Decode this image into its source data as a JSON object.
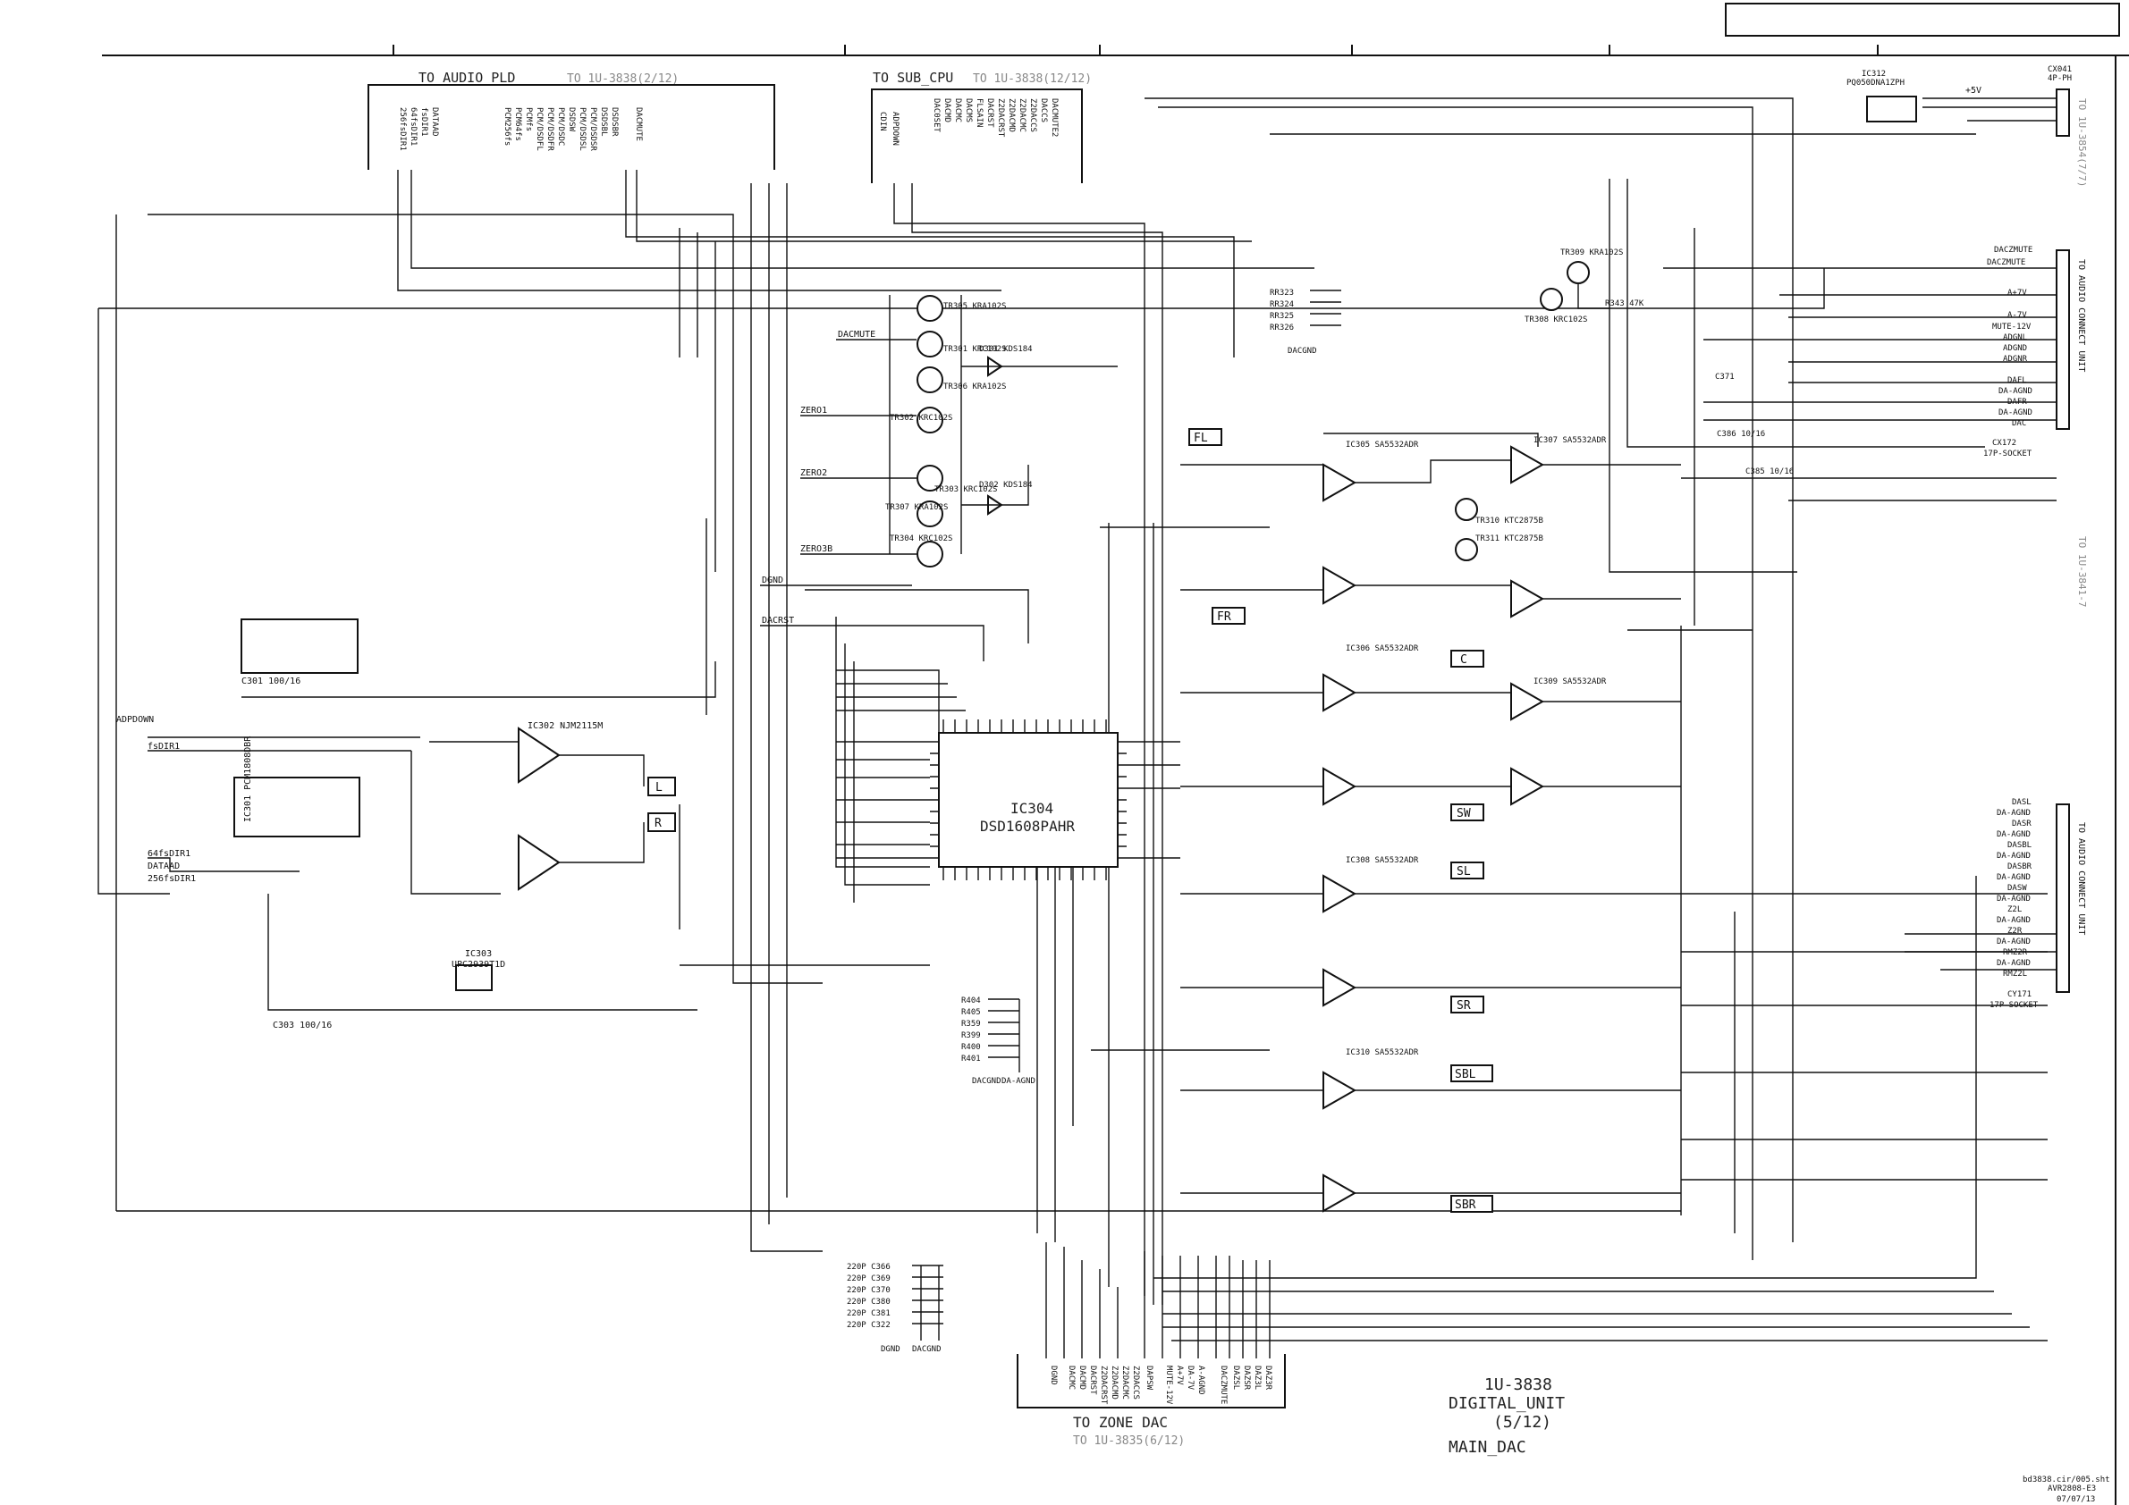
{
  "sections": {
    "to_audio_pld": "TO AUDIO PLD",
    "to_audio_pld_ref": "TO 1U-3838(2/12)",
    "to_sub_cpu": "TO SUB_CPU",
    "to_sub_cpu_ref": "TO 1U-3838(12/12)",
    "to_zone_dac": "TO ZONE DAC",
    "to_zone_dac_ref": "TO 1U-3835(6/12)",
    "right_ref_top": "TO 1U-3854(7/7)",
    "right_ref_mid": "TO 1U-3841-7",
    "audio_connect_unit_1": "TO AUDIO CONNECT UNIT",
    "audio_connect_unit_2": "TO AUDIO CONNECT UNIT"
  },
  "title_block": {
    "line1": "1U-3838",
    "line2": "DIGITAL_UNIT",
    "line3": "(5/12)",
    "line4": "MAIN_DAC"
  },
  "footer": {
    "file": "bd3838.cir/005.sht",
    "model": "AVR2808-E3",
    "date": "07/07/13"
  },
  "ics": {
    "main_dac_ref": "IC304",
    "main_dac_part": "DSD1608PAHR",
    "receiver_part": "IC301 PCM1808DBR",
    "ic302": "IC302 NJM2115M",
    "ic303": "IC303",
    "ic303_part": "UPC2939T1D",
    "ic312": "IC312",
    "ic312_part": "PQ050DNA1ZPH"
  },
  "channels": {
    "fl": "FL",
    "fr": "FR",
    "c": "C",
    "sw": "SW",
    "sl": "SL",
    "sr": "SR",
    "sbl": "SBL",
    "sbr": "SBR",
    "l": "L",
    "r": "R"
  },
  "connectors": {
    "cx041": "CX041",
    "cx041_type": "4P-PH",
    "cx172": "CX172",
    "cx172_type": "17P-SOCKET",
    "cy171": "CY171",
    "cy171_type": "17P-SOCKET"
  },
  "pld_signals": [
    "256fsDIR1",
    "64fsDIR1",
    "fsDIR1",
    "DATAAD",
    "PCM256fs",
    "PCM64fs",
    "PCMfs",
    "PCM/DSDFL",
    "PCM/DSDFR",
    "PCM/DSDC",
    "DSDSW",
    "PCM/DSDSL",
    "PCM/DSDSR",
    "DSDSBL",
    "DSDSBR",
    "DACMUTE"
  ],
  "cpu_signals": [
    "CDIN",
    "ADPDOWN",
    "DAC0SET",
    "DACMD",
    "DACMC",
    "DACMS",
    "FLSAIN",
    "DACRST",
    "Z2DACRST",
    "Z2DACMD",
    "Z2DACMC",
    "Z2DACCS",
    "DACCS",
    "DACMUTE2"
  ],
  "zone_signals": [
    "DGND",
    "DACMC",
    "DACMD",
    "DACRST",
    "Z2DACRST",
    "Z2DACMD",
    "Z2DACMC",
    "Z2DACCS",
    "DAPSW",
    "MUTE-12V",
    "A+7V",
    "DA-7V",
    "A-AGND",
    "DACZMUTE",
    "DAZSL",
    "DAZSR",
    "DAZ3L",
    "DAZ3R"
  ],
  "right_signals_1": [
    "DACZMUTE",
    "DACZMUTE",
    "A+7V",
    "A-7V",
    "MUTE-12V",
    "ADGNL",
    "ADGND",
    "ADGNR",
    "DAFL",
    "DA-AGND",
    "DAFR",
    "DA-AGND",
    "DAC"
  ],
  "right_signals_2": [
    "DASL",
    "DA-AGND",
    "DASR",
    "DA-AGND",
    "DASBL",
    "DA-AGND",
    "DASBR",
    "DA-AGND",
    "DASW",
    "DA-AGND",
    "Z2L",
    "DA-AGND",
    "Z2R",
    "DA-AGND",
    "RMZ2R",
    "DA-AGND",
    "RMZ2L"
  ],
  "transistors": [
    "TR305 KRA102S",
    "TR301 KRC102S",
    "TR306 KRA102S",
    "TR302 KRC102S",
    "TR303 KRC102S",
    "TR307 KRA102S",
    "TR304 KRC102S",
    "TR309 KRA102S",
    "TR308 KRC102S",
    "TR310 KTC2875B",
    "TR311 KTC2875B"
  ],
  "opamps": [
    "IC305 SA5532ADR",
    "IC307 SA5532ADR",
    "IC306 SA5532ADR",
    "IC309 SA5532ADR",
    "IC308 SA5532ADR",
    "IC310 SA5532ADR"
  ],
  "labels": {
    "dacmute": "DACMUTE",
    "zero1": "ZERO1",
    "zero2": "ZERO2",
    "zero3b": "ZERO3B",
    "dgnd": "DGND",
    "dacrst": "DACRST",
    "adpdown": "ADPDOWN",
    "dacgnd": "DACGND",
    "dagnd": "DA-AGND",
    "plus5v": "+5V",
    "d301": "D301 KDS184",
    "d302": "D302 KDS184"
  },
  "parts": {
    "c301": "C301 100/16",
    "c303": "C303 100/16",
    "c371": "C371",
    "c386": "C386 10/16",
    "c385": "C385 10/16",
    "r343": "R343 47K",
    "rr_group": [
      "RR323",
      "RR324",
      "RR325",
      "RR326"
    ],
    "zero_ohm": [
      "R404",
      "R405",
      "R359",
      "R399",
      "R400",
      "R401"
    ],
    "caps_220p": [
      "220P C366",
      "220P C369",
      "220P C370",
      "220P C380",
      "220P C381",
      "220P C322"
    ]
  }
}
